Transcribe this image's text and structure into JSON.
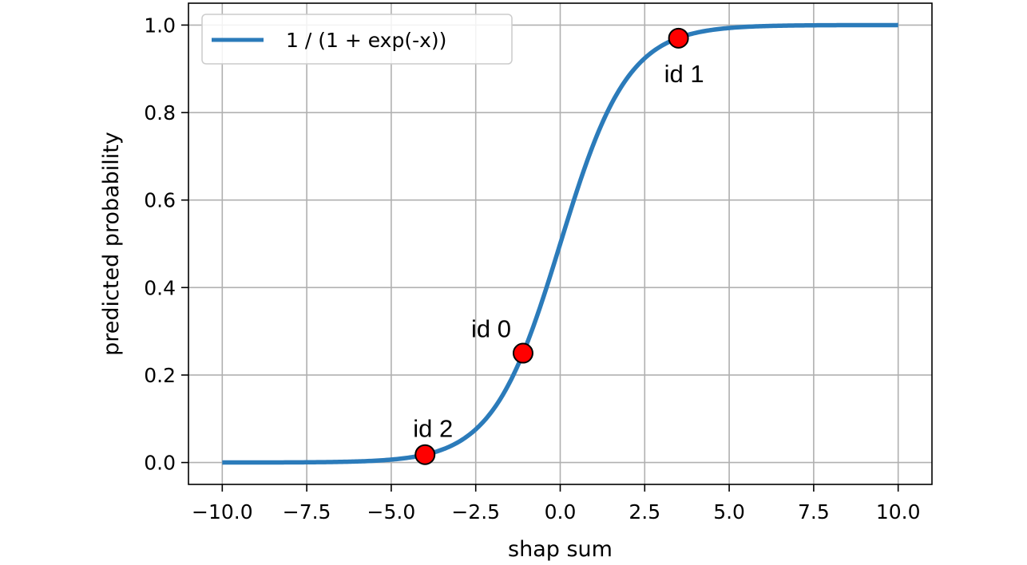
{
  "chart_data": {
    "type": "line",
    "title": "",
    "xlabel": "shap sum",
    "ylabel": "predicted probability",
    "xlim": [
      -11.0,
      11.0
    ],
    "ylim": [
      -0.05,
      1.05
    ],
    "grid": true,
    "legend_position": "top-left",
    "x_ticks": [
      -10.0,
      -7.5,
      -5.0,
      -2.5,
      0.0,
      2.5,
      5.0,
      7.5,
      10.0
    ],
    "x_tick_labels": [
      "−10.0",
      "−7.5",
      "−5.0",
      "−2.5",
      "0.0",
      "2.5",
      "5.0",
      "7.5",
      "10.0"
    ],
    "y_ticks": [
      0.0,
      0.2,
      0.4,
      0.6,
      0.8,
      1.0
    ],
    "y_tick_labels": [
      "0.0",
      "0.2",
      "0.4",
      "0.6",
      "0.8",
      "1.0"
    ],
    "series": [
      {
        "name": "1 / (1 + exp(-x))",
        "function": "1 / (1 + exp(-x))",
        "x_range": [
          -10.0,
          10.0
        ],
        "color": "#2b7bba"
      }
    ],
    "points": [
      {
        "label": "id 0",
        "x": -1.1,
        "y": 0.25,
        "label_placement": "above-left"
      },
      {
        "label": "id 1",
        "x": 3.5,
        "y": 0.97,
        "label_placement": "below"
      },
      {
        "label": "id 2",
        "x": -4.0,
        "y": 0.018,
        "label_placement": "above"
      }
    ],
    "point_color": "#ff0000",
    "point_edge_color": "#000000"
  }
}
